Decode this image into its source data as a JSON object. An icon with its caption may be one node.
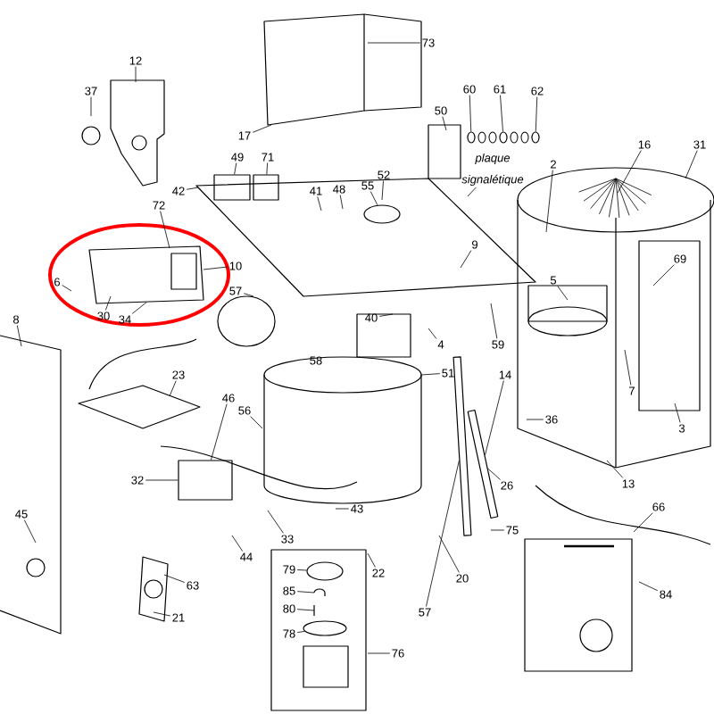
{
  "diagram": {
    "nodes": [
      {
        "text": [
          "73"
        ]
      },
      {
        "text": [
          "12"
        ]
      },
      {
        "text": [
          "37"
        ]
      },
      {
        "text": [
          "60"
        ]
      },
      {
        "text": [
          "61"
        ]
      },
      {
        "text": [
          "62"
        ]
      },
      {
        "text": [
          "50"
        ]
      },
      {
        "text": [
          "17"
        ]
      },
      {
        "text": [
          "16"
        ]
      },
      {
        "text": [
          "31"
        ]
      },
      {
        "text": [
          "49"
        ]
      },
      {
        "text": [
          "71"
        ]
      },
      {
        "text": [
          "2"
        ]
      },
      {
        "text": [
          "plaque signalétique"
        ]
      },
      {
        "text": [
          "52"
        ]
      },
      {
        "text": [
          "55"
        ]
      },
      {
        "text": [
          "42"
        ]
      },
      {
        "text": [
          "41"
        ]
      },
      {
        "text": [
          "48"
        ]
      },
      {
        "text": [
          "72"
        ]
      },
      {
        "text": [
          "9"
        ]
      },
      {
        "text": [
          "69"
        ]
      },
      {
        "text": [
          "10"
        ]
      },
      {
        "text": [
          "6"
        ]
      },
      {
        "text": [
          "5"
        ]
      },
      {
        "text": [
          "57"
        ]
      },
      {
        "text": [
          "30"
        ]
      },
      {
        "text": [
          "34"
        ]
      },
      {
        "text": [
          "40"
        ]
      },
      {
        "text": [
          "8"
        ]
      },
      {
        "text": [
          "4"
        ]
      },
      {
        "text": [
          "59"
        ]
      },
      {
        "text": [
          "51"
        ]
      },
      {
        "text": [
          "14"
        ]
      },
      {
        "text": [
          "23"
        ]
      },
      {
        "text": [
          "7"
        ]
      },
      {
        "text": [
          "46"
        ]
      },
      {
        "text": [
          "36"
        ]
      },
      {
        "text": [
          "56"
        ]
      },
      {
        "text": [
          "3"
        ]
      },
      {
        "text": [
          "32"
        ]
      },
      {
        "text": [
          "13"
        ]
      },
      {
        "text": [
          "26"
        ]
      },
      {
        "text": [
          "66"
        ]
      },
      {
        "text": [
          "43"
        ]
      },
      {
        "text": [
          "45"
        ]
      },
      {
        "text": [
          "75"
        ]
      },
      {
        "text": [
          "33"
        ]
      },
      {
        "text": [
          "44"
        ]
      },
      {
        "text": [
          "79"
        ]
      },
      {
        "text": [
          "22"
        ]
      },
      {
        "text": [
          "20"
        ]
      },
      {
        "text": [
          "63"
        ]
      },
      {
        "text": [
          "85"
        ]
      },
      {
        "text": [
          "84"
        ]
      },
      {
        "text": [
          "80"
        ]
      },
      {
        "text": [
          "57"
        ]
      },
      {
        "text": [
          "21"
        ]
      },
      {
        "text": [
          "78"
        ]
      },
      {
        "text": [
          "76"
        ]
      },
      {
        "text": [],
        "shape": "box"
      },
      {
        "text": [],
        "shape": "box"
      },
      {
        "text": [],
        "shape": "circle"
      },
      {
        "text": [],
        "shape": "circle"
      },
      {
        "text": [],
        "shape": "circle"
      },
      {
        "text": [],
        "shape": "circle"
      },
      {
        "text": [],
        "shape": "box"
      },
      {
        "text": [],
        "shape": "bar"
      },
      {
        "text": [],
        "shape": "bar"
      },
      {
        "text": [],
        "shape": "circle"
      },
      {
        "text": [],
        "shape": "circle"
      }
    ],
    "edges": [
      {
        "from": 0,
        "to": null,
        "arrow": "none"
      },
      {
        "from": 1,
        "to": null,
        "arrow": "none"
      },
      {
        "from": 2,
        "to": null,
        "arrow": "none"
      },
      {
        "from": 3,
        "to": 62,
        "arrow": "none"
      },
      {
        "from": 4,
        "to": 63,
        "arrow": "none"
      },
      {
        "from": 5,
        "to": 64,
        "arrow": "none"
      },
      {
        "from": 6,
        "to": null,
        "arrow": "none"
      },
      {
        "from": 7,
        "to": null,
        "arrow": "none"
      },
      {
        "from": 8,
        "to": null,
        "arrow": "none"
      },
      {
        "from": 9,
        "to": null,
        "arrow": "none"
      },
      {
        "from": 10,
        "to": 60,
        "arrow": "none"
      },
      {
        "from": 11,
        "to": 61,
        "arrow": "none"
      },
      {
        "from": 12,
        "to": null,
        "arrow": "none"
      },
      {
        "from": 13,
        "to": null,
        "arrow": "none"
      },
      {
        "from": 14,
        "to": null,
        "arrow": "none"
      },
      {
        "from": 15,
        "to": 65,
        "arrow": "none"
      },
      {
        "from": 16,
        "to": null,
        "arrow": "none"
      },
      {
        "from": 17,
        "to": null,
        "arrow": "none"
      },
      {
        "from": 18,
        "to": null,
        "arrow": "none"
      },
      {
        "from": 19,
        "to": null,
        "arrow": "none"
      },
      {
        "from": 20,
        "to": null,
        "arrow": "none"
      },
      {
        "from": 21,
        "to": null,
        "arrow": "none"
      },
      {
        "from": 22,
        "to": null,
        "arrow": "none"
      },
      {
        "from": 23,
        "to": null,
        "arrow": "none"
      },
      {
        "from": 24,
        "to": null,
        "arrow": "none"
      },
      {
        "from": 25,
        "to": null,
        "arrow": "none"
      },
      {
        "from": 26,
        "to": null,
        "arrow": "none"
      },
      {
        "from": 27,
        "to": null,
        "arrow": "none"
      },
      {
        "from": 28,
        "to": null,
        "arrow": "none"
      },
      {
        "from": 29,
        "to": null,
        "arrow": "none"
      },
      {
        "from": 30,
        "to": null,
        "arrow": "none"
      },
      {
        "from": 31,
        "to": null,
        "arrow": "none"
      },
      {
        "from": 32,
        "to": null,
        "arrow": "none"
      },
      {
        "from": 33,
        "to": 68,
        "arrow": "none"
      },
      {
        "from": 34,
        "to": null,
        "arrow": "none"
      },
      {
        "from": 35,
        "to": null,
        "arrow": "none"
      },
      {
        "from": 36,
        "to": 66,
        "arrow": "none"
      },
      {
        "from": 37,
        "to": null,
        "arrow": "none"
      },
      {
        "from": 38,
        "to": null,
        "arrow": "none"
      },
      {
        "from": 39,
        "to": null,
        "arrow": "none"
      },
      {
        "from": 40,
        "to": 66,
        "arrow": "none"
      },
      {
        "from": 41,
        "to": null,
        "arrow": "none"
      },
      {
        "from": 42,
        "to": 68,
        "arrow": "none"
      },
      {
        "from": 43,
        "to": null,
        "arrow": "none"
      },
      {
        "from": 44,
        "to": null,
        "arrow": "none"
      },
      {
        "from": 45,
        "to": null,
        "arrow": "none"
      },
      {
        "from": 46,
        "to": null,
        "arrow": "none"
      },
      {
        "from": 47,
        "to": null,
        "arrow": "none"
      },
      {
        "from": 48,
        "to": null,
        "arrow": "none"
      },
      {
        "from": 49,
        "to": 69,
        "arrow": "none"
      },
      {
        "from": 50,
        "to": null,
        "arrow": "none"
      },
      {
        "from": 51,
        "to": null,
        "arrow": "none"
      },
      {
        "from": 52,
        "to": null,
        "arrow": "none"
      },
      {
        "from": 53,
        "to": null,
        "arrow": "none"
      },
      {
        "from": 54,
        "to": null,
        "arrow": "none"
      },
      {
        "from": 55,
        "to": null,
        "arrow": "none"
      },
      {
        "from": 56,
        "to": 67,
        "arrow": "none"
      },
      {
        "from": 57,
        "to": null,
        "arrow": "none"
      },
      {
        "from": 58,
        "to": 70,
        "arrow": "none"
      },
      {
        "from": 59,
        "to": null,
        "arrow": "none"
      }
    ],
    "labels": [
      "58"
    ]
  }
}
